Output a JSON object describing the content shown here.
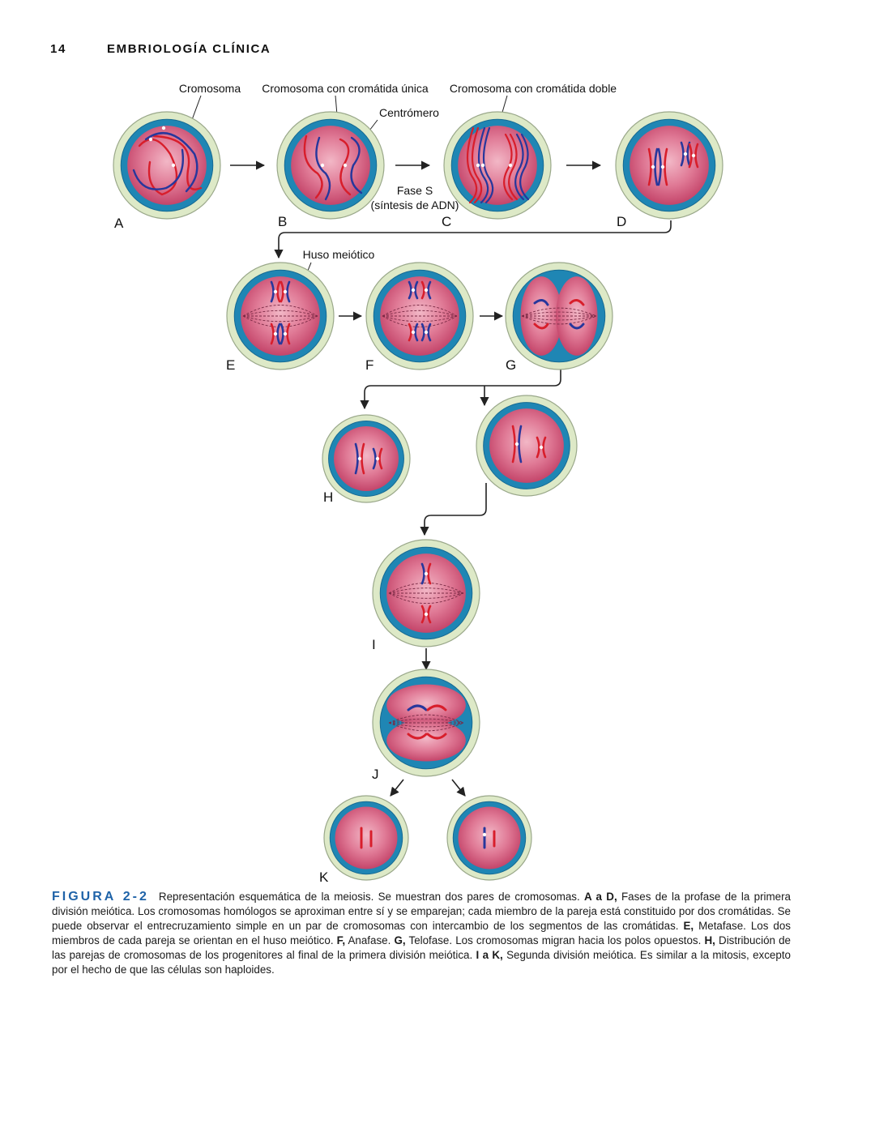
{
  "header": {
    "page_number": "14",
    "running_title": "EMBRIOLOGÍA CLÍNICA"
  },
  "figure": {
    "labels": {
      "chromosome": "Cromosoma",
      "single_chromatid": "Cromosoma con cromátida única",
      "double_chromatid": "Cromosoma con cromátida doble",
      "centromere": "Centrómero",
      "s_phase_line1": "Fase S",
      "s_phase_line2": "(síntesis de ADN)",
      "meiotic_spindle": "Huso meiótico"
    },
    "panel_letters": [
      "A",
      "B",
      "C",
      "D",
      "E",
      "F",
      "G",
      "H",
      "I",
      "J",
      "K"
    ],
    "colors": {
      "maternal": "#d81e2b",
      "paternal": "#27379c",
      "cytoplasm": "#d9587a",
      "membrane": "#1f86b4",
      "zona": "#dde9c7"
    }
  },
  "caption": {
    "title": "FIGURA 2-2",
    "intro": "Representación esquemática de la meiosis. Se muestran dos pares de cromosomas. ",
    "ad_label": "A a D,",
    "ad_text": " Fases de la profase de la primera división meiótica. Los cromosomas homólogos se aproximan entre sí y se emparejan; cada miembro de la pareja está constituido por dos cromátidas. Se puede observar el entrecruzamiento simple en un par de cromosomas con intercambio de los segmentos de las cromátidas. ",
    "e_label": "E,",
    "e_text": " Metafase. Los dos miembros de cada pareja se orientan en el huso meiótico. ",
    "f_label": "F,",
    "f_text": " Anafase. ",
    "g_label": "G,",
    "g_text": " Telofase. Los cromosomas migran hacia los polos opuestos. ",
    "h_label": "H,",
    "h_text": " Distribución de las parejas de cromosomas de los progenitores al final de la primera división meiótica. ",
    "ik_label": "I a K,",
    "ik_text": " Segunda división meiótica. Es similar a la mitosis, excepto por el hecho de que las células son haploides."
  }
}
